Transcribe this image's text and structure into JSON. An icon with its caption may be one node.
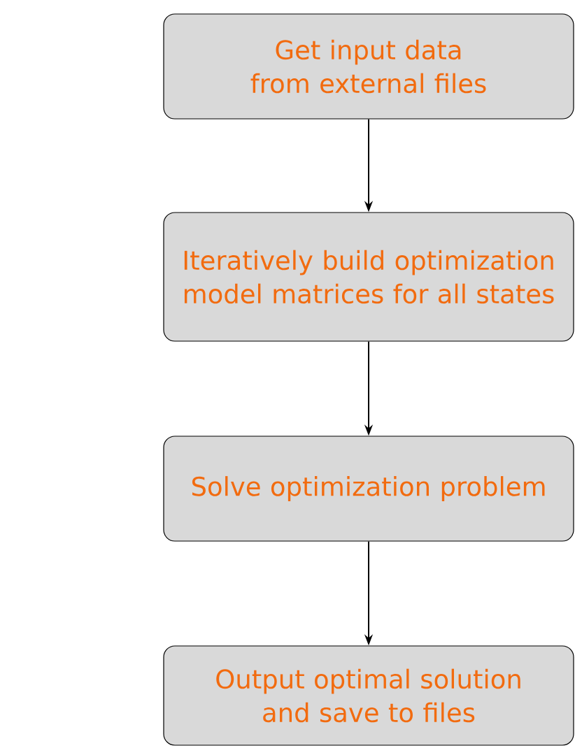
{
  "diagram": {
    "nodes": [
      {
        "text": [
          "Get input data from external files"
        ]
      },
      {
        "text": [
          "Iteratively build optimization model matrices for all states"
        ]
      },
      {
        "text": [
          "Solve optimization problem"
        ]
      },
      {
        "text": [
          "Output optimal solution and save to files"
        ]
      }
    ],
    "edges": [
      {
        "from": 0,
        "to": 1,
        "arrow": "to"
      },
      {
        "from": 1,
        "to": 2,
        "arrow": "to"
      },
      {
        "from": 2,
        "to": 3,
        "arrow": "to"
      }
    ]
  }
}
